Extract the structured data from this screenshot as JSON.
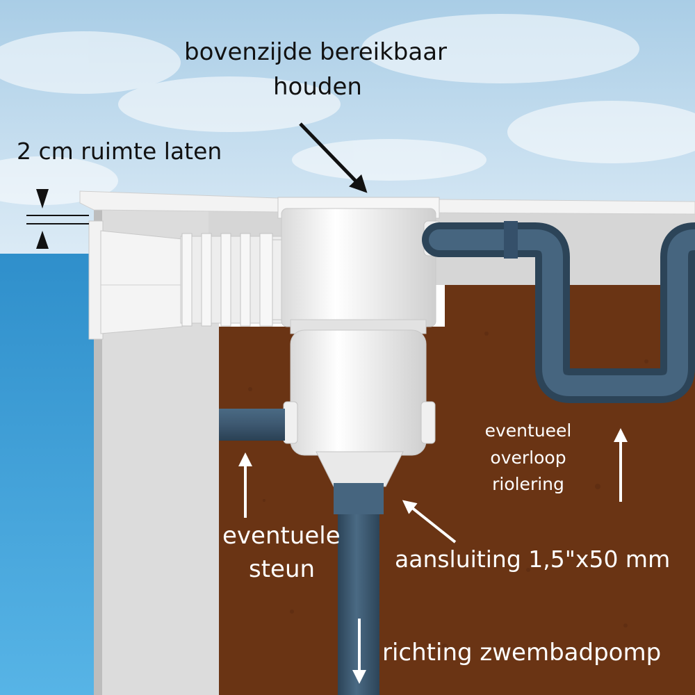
{
  "labels": {
    "top_access_line1": "bovenzijde bereikbaar",
    "top_access_line2": "houden",
    "gap": "2 cm ruimte laten",
    "overflow_line1": "eventueel",
    "overflow_line2": "overloop",
    "overflow_line3": "riolering",
    "support_line1": "eventuele",
    "support_line2": "steun",
    "connection": "aansluiting 1,5\"x50 mm",
    "pump_direction": "richting zwembadpomp"
  },
  "colors": {
    "sky": "#cfe3f1",
    "water": "#3d9fd6",
    "pool_wall": "#dcdcdc",
    "soil": "#6a3414",
    "skimmer": "#f4f4f4",
    "pipe": "#3d5870",
    "text_dark": "#111111",
    "text_light": "#ffffff"
  }
}
